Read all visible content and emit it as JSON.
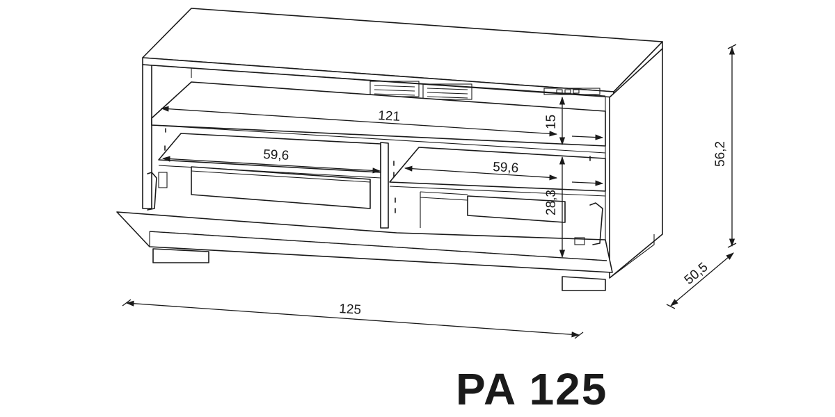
{
  "drawing": {
    "model": "PA 125",
    "dimensions": {
      "width_total": "125",
      "height_total": "56,2",
      "depth_total": "50,5",
      "inner_width_top": "121",
      "top_shelf_height": "15",
      "compartment_left_width": "59,6",
      "compartment_right_width": "59,6",
      "compartment_height": "28,3"
    }
  }
}
